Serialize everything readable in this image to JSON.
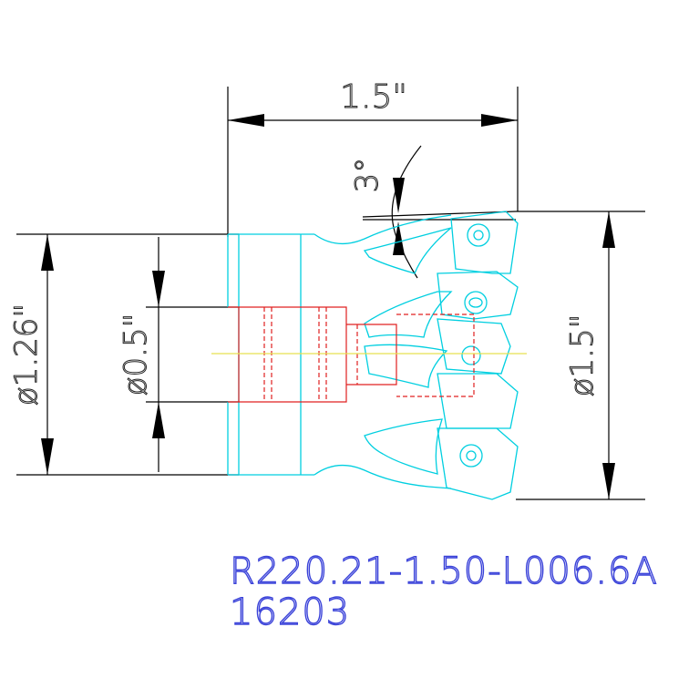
{
  "dimensions": {
    "length": "1.5\"",
    "angle": "3°",
    "shank_diameter": "ø1.26\"",
    "bore_diameter": "ø0.5\"",
    "cutting_diameter": "ø1.5\""
  },
  "part_number": "R220.21-1.50-L006.6A",
  "item_number": "16203",
  "colors": {
    "dimension": "#000000",
    "body_outline": "#00cfe0",
    "hidden_bore": "#e02020",
    "centerline": "#e8e050",
    "label_text": "#3b43d9"
  }
}
